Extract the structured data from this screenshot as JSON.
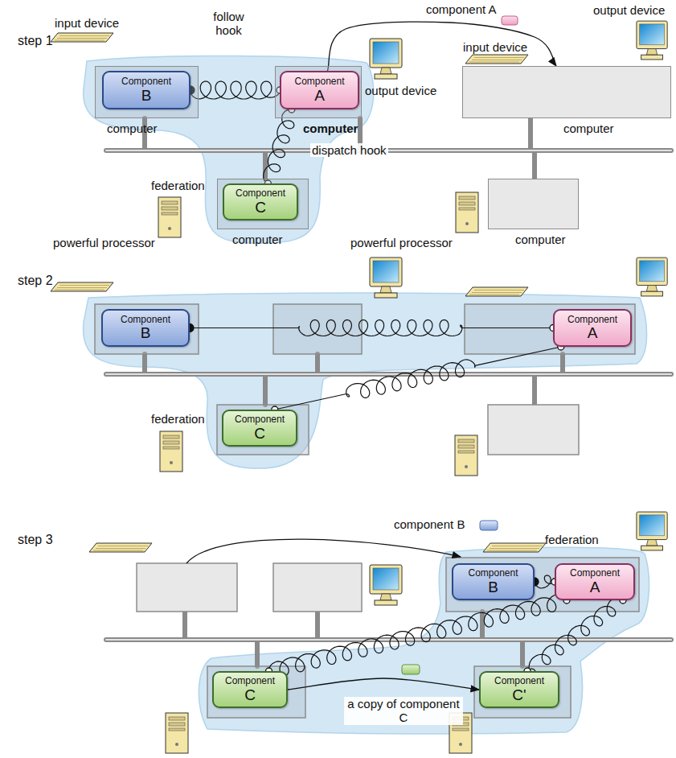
{
  "diagram": {
    "nodes": [
      {
        "text": [
          "computer"
        ]
      },
      {
        "text": [
          "Component",
          "B"
        ],
        "in": 0
      },
      {
        "text": [
          "computer"
        ]
      },
      {
        "text": [
          "Component",
          "A"
        ],
        "in": 2
      },
      {
        "text": [
          "computer"
        ]
      },
      {
        "text": [
          "computer"
        ]
      },
      {
        "text": [
          "Component",
          "C"
        ],
        "in": 5
      },
      {
        "text": [
          "computer"
        ]
      },
      {
        "text": [
          "Component",
          "B"
        ]
      },
      {
        "text": [
          "Component",
          "A"
        ]
      },
      {
        "text": [
          "Component",
          "C"
        ]
      },
      {
        "text": [
          "Component",
          "B"
        ]
      },
      {
        "text": [
          "Component",
          "A"
        ]
      },
      {
        "text": [
          "Component",
          "C"
        ]
      },
      {
        "text": [
          "Component",
          "C'"
        ]
      }
    ],
    "edges": [
      {
        "from": 1,
        "to": 3,
        "arrow": "none",
        "label": "follow hook"
      },
      {
        "from": 3,
        "to": 6,
        "arrow": "none",
        "label": "dispatch hook"
      },
      {
        "from": 3,
        "to": 4,
        "arrow": "to",
        "label": "component A"
      },
      {
        "from": 8,
        "to": 9,
        "arrow": "none"
      },
      {
        "from": 9,
        "to": 10,
        "arrow": "none"
      },
      {
        "from": 11,
        "to": 12,
        "arrow": "none"
      },
      {
        "from": 12,
        "to": 13,
        "arrow": "none"
      },
      {
        "from": 12,
        "to": 14,
        "arrow": "none"
      },
      {
        "from": 13,
        "to": 14,
        "arrow": "to",
        "label": "a copy of component C"
      }
    ],
    "labels": [
      "step 1",
      "input device",
      "output device",
      "input device",
      "output device",
      "federation",
      "powerful processor",
      "powerful processor",
      "step 2",
      "federation",
      "step 3",
      "component B",
      "federation"
    ]
  }
}
